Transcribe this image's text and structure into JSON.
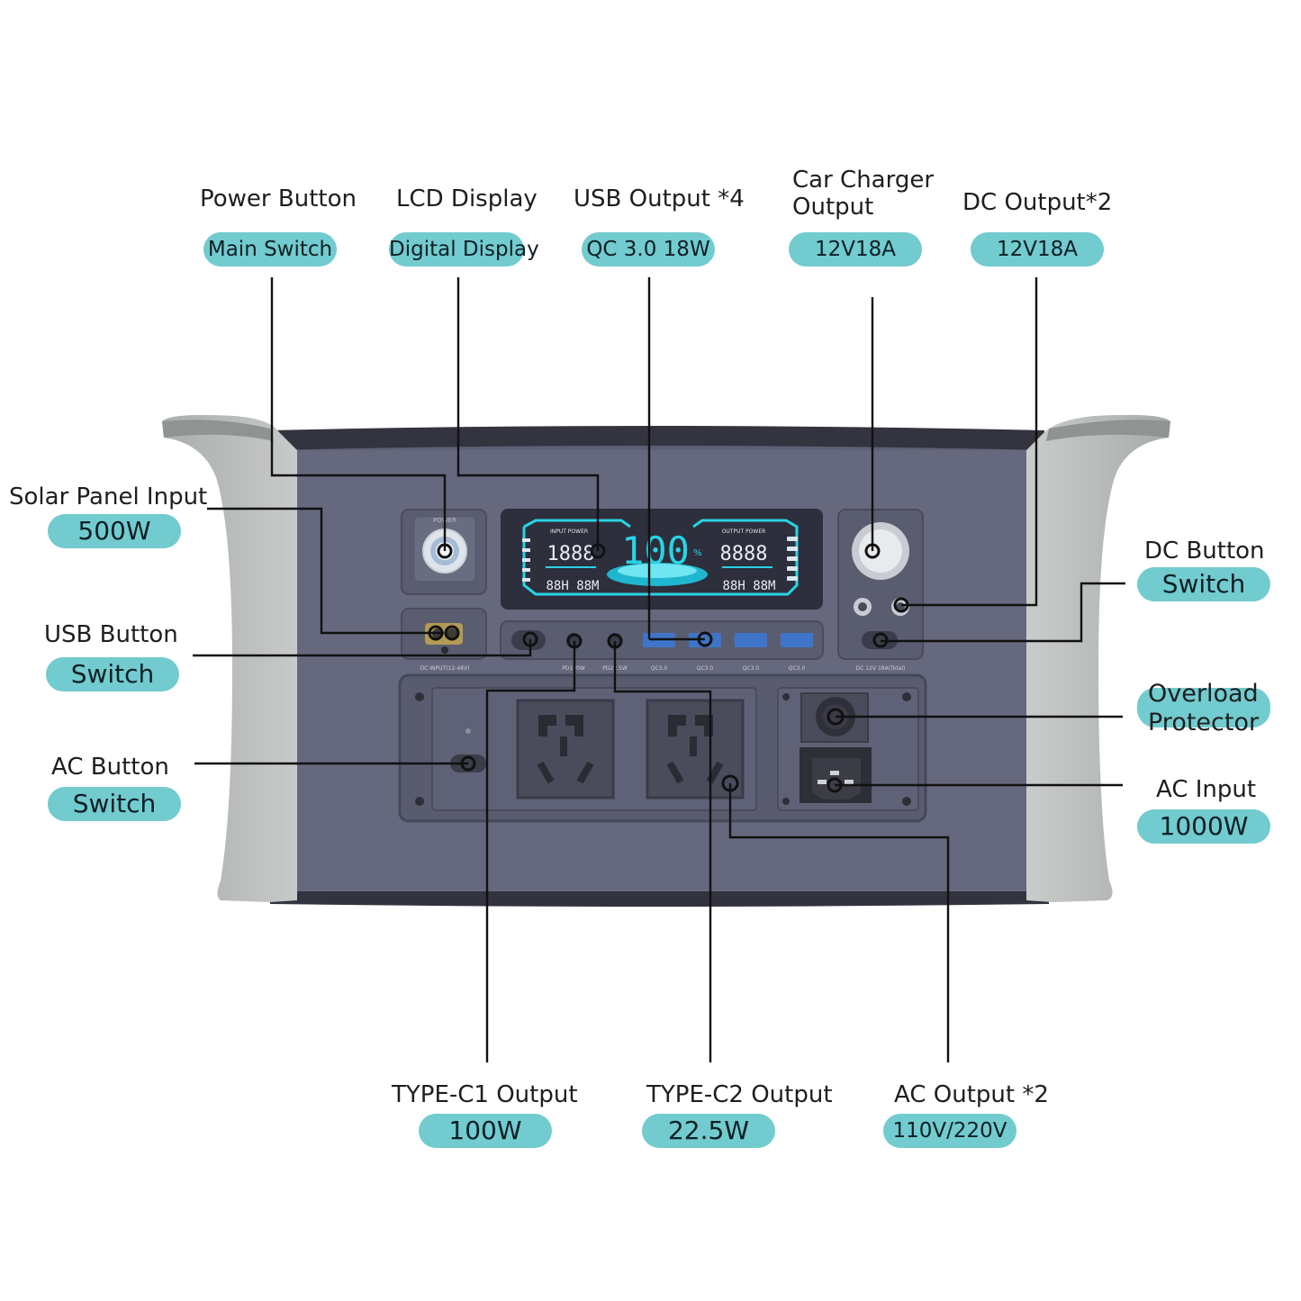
{
  "labels": {
    "power_button": {
      "title": "Power Button",
      "value": "Main Switch"
    },
    "lcd_display": {
      "title": "LCD Display",
      "value": "Digital Display"
    },
    "usb_output": {
      "title": "USB Output *4",
      "value": "QC 3.0 18W"
    },
    "car_charger": {
      "title_line1": "Car Charger",
      "title_line2": "Output",
      "value": "12V18A"
    },
    "dc_output": {
      "title": "DC Output*2",
      "value": "12V18A"
    },
    "solar_input": {
      "title": "Solar Panel Input",
      "value": "500W"
    },
    "usb_button": {
      "title": "USB Button",
      "value": "Switch"
    },
    "ac_button": {
      "title": "AC Button",
      "value": "Switch"
    },
    "dc_button": {
      "title": "DC Button",
      "value": "Switch"
    },
    "overload": {
      "line1": "Overload",
      "line2": "Protector"
    },
    "ac_input": {
      "title": "AC Input",
      "value": "1000W"
    },
    "type_c1": {
      "title": "TYPE-C1 Output",
      "value": "100W"
    },
    "type_c2": {
      "title": "TYPE-C2 Output",
      "value": "22.5W"
    },
    "ac_output": {
      "title": "AC Output *2",
      "value": "110V/220V"
    }
  },
  "device": {
    "power_label": "POWER",
    "dc_input_label": "DC INPUT(12-48V)",
    "dc_out_label": "DC 12V 18A(Total)",
    "lcd": {
      "input_power": "INPUT POWER",
      "output_power": "OUTPUT POWER",
      "percent": "100",
      "percent_sign": "%",
      "input_digits": "1888",
      "output_digits": "8888",
      "time_left": "88H 88M",
      "time_right": "88H 88M"
    },
    "port_labels": [
      "PD100W",
      "PD22.5W",
      "QC3.0",
      "QC3.0",
      "QC3.0",
      "QC3.0"
    ]
  },
  "colors": {
    "pill": "#71cbcf",
    "body": "#5b5e72",
    "grip": "#b5b9b7",
    "lcd_accent": "#29d3e6"
  }
}
